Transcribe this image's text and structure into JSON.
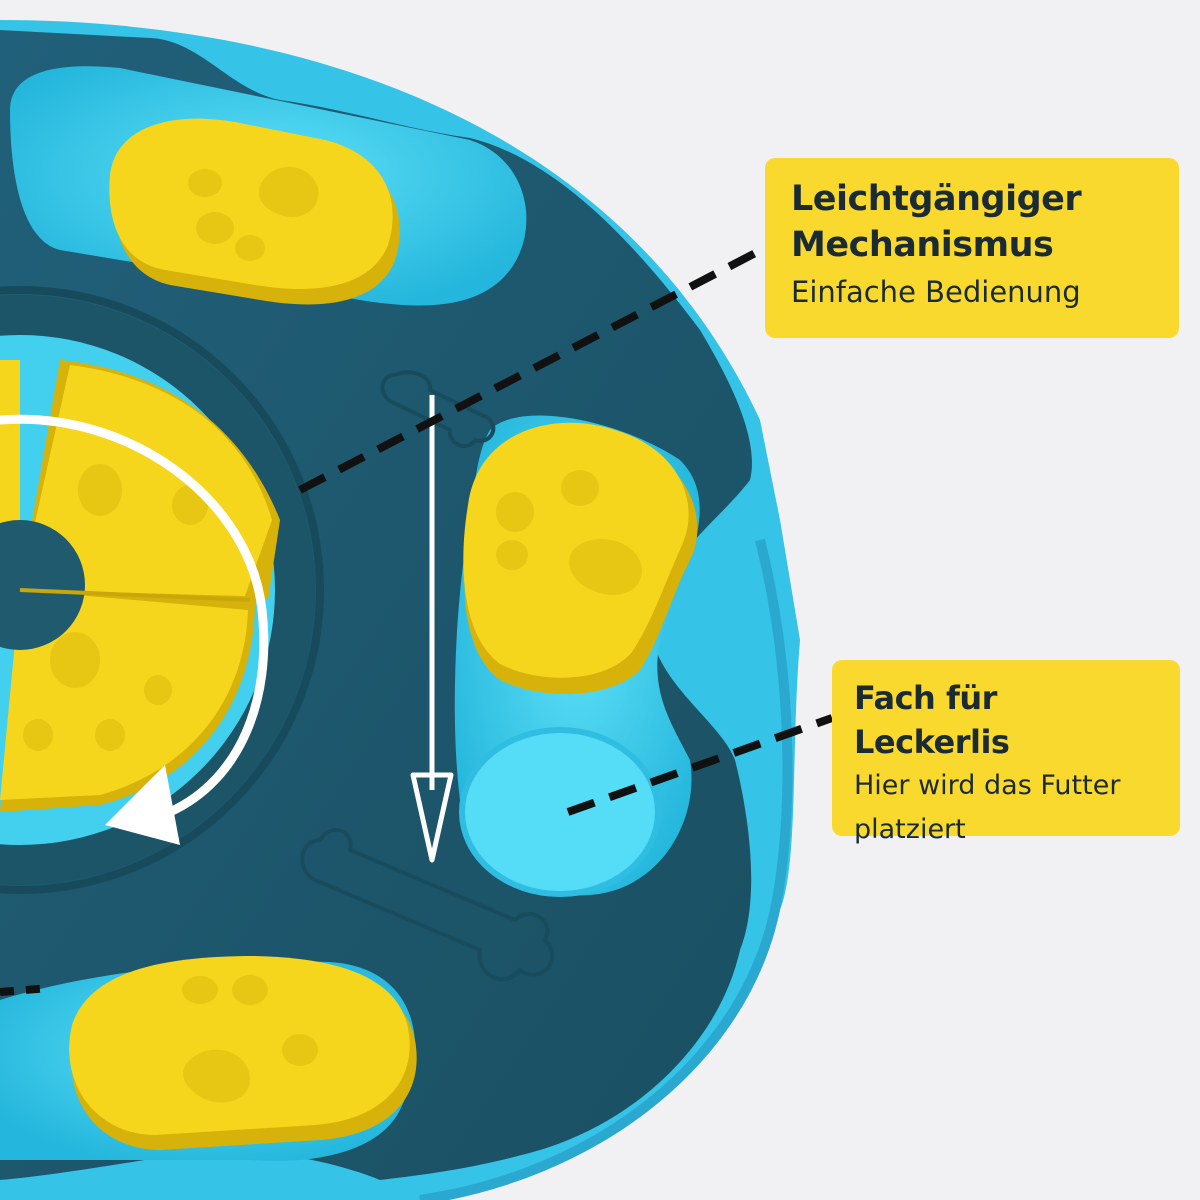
{
  "callouts": [
    {
      "title": "Leichtgängiger\nMechanismus",
      "subtitle": "Einfache Bedienung"
    },
    {
      "title": "Fach für Leckerlis",
      "subtitle": "Hier wird das Futter\nplatziert"
    }
  ],
  "colors": {
    "background": "#f1f1f3",
    "board": "#1f5a6e",
    "base": "#38c4e6",
    "well": "#42d2f0",
    "lid": "#f5d41b",
    "lid_shadow": "#d9b40c",
    "callout": "#fad92e",
    "text": "#1b2b33"
  }
}
